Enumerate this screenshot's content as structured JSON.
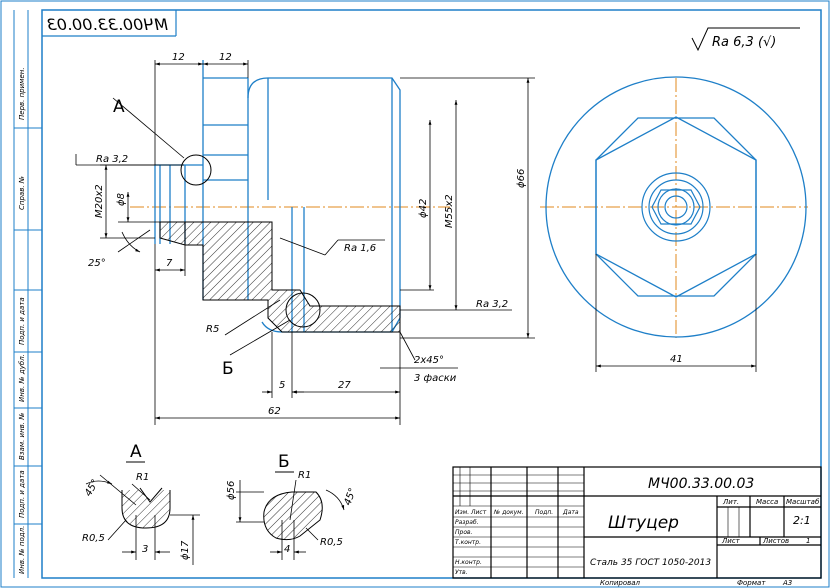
{
  "document_code_mirrored": "МЧ00.33.00.03",
  "surface_finish": "Ra 6,3 (√)",
  "dimensions": {
    "d_12_left": "12",
    "d_12_right": "12",
    "d_66": "ϕ66",
    "d_42": "ϕ42",
    "d_m55": "M55x2",
    "d_m20": "M20x2",
    "d_8": "ϕ8",
    "d_7": "7",
    "d_25deg": "25°",
    "d_r5": "R5",
    "d_5": "5",
    "d_27": "27",
    "d_62": "62",
    "d_41": "41",
    "chamfer": "2x45°",
    "chamfer_note": "3 фаски"
  },
  "roughness": {
    "ra_32_top": "Ra 3,2",
    "ra_16": "Ra 1,6",
    "ra_32_right": "Ra 3,2"
  },
  "callouts": {
    "a": "А",
    "b": "Б"
  },
  "details": {
    "a_title": "А",
    "a_r1": "R1",
    "a_r05": "R0,5",
    "a_angle": "45°",
    "a_3": "3",
    "a_d17": "ϕ17",
    "b_title": "Б",
    "b_r1": "R1",
    "b_r05": "R0,5",
    "b_angle": "45°",
    "b_4": "4",
    "b_d56": "ϕ56"
  },
  "side_stamp": [
    "Перв. примен.",
    "Справ. №",
    "Подп. и дата",
    "Инв. № дубл.",
    "Взам. инв. №",
    "Подп. и дата",
    "Инв. № подл."
  ],
  "title_block": {
    "designation": "МЧ00.33.00.03",
    "name": "Штуцер",
    "material": "Сталь 35 ГОСТ 1050-2013",
    "lit_label": "Лит.",
    "mass_label": "Масса",
    "scale_label": "Масштаб",
    "scale_value": "2:1",
    "sheet_label": "Лист",
    "sheets_label": "Листов",
    "sheets_value": "1",
    "row_labels": [
      "Изм.",
      "Лист",
      "№ докум.",
      "Подп.",
      "Дата"
    ],
    "roles": [
      "Разраб.",
      "Пров.",
      "Т.контр.",
      "",
      "Н.контр.",
      "Утв."
    ]
  },
  "footer": {
    "copied": "Копировал",
    "format_label": "Формат",
    "format_value": "А3"
  }
}
